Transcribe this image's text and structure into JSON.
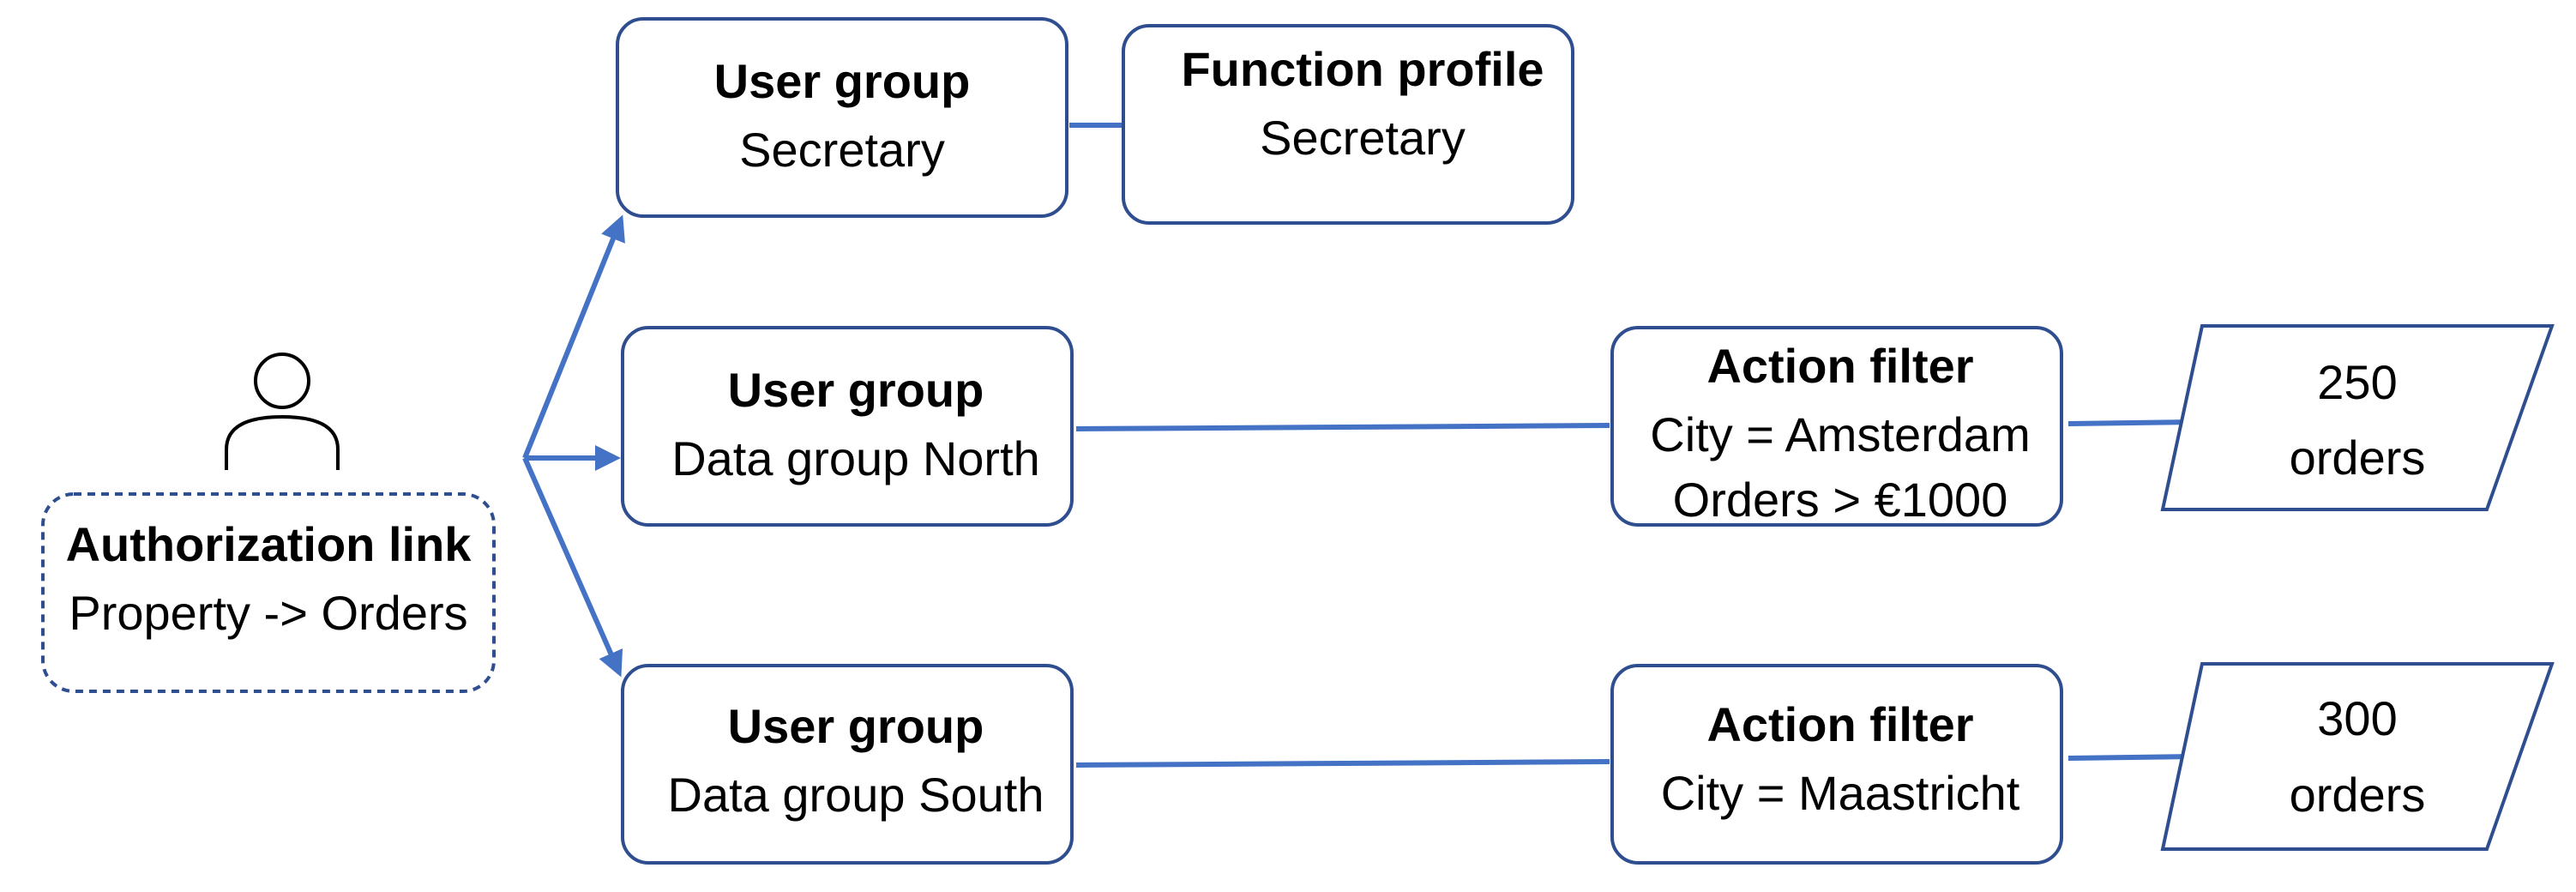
{
  "colors": {
    "box_border": "#2F4E8F",
    "connector": "#4472C4",
    "text": "#000000",
    "background": "#ffffff"
  },
  "nodes": {
    "authorization_link": {
      "title": "Authorization link",
      "line1": "Property -> Orders"
    },
    "user_group_secretary": {
      "title": "User group",
      "line1": "Secretary"
    },
    "function_profile": {
      "title": "Function profile",
      "line1": "Secretary"
    },
    "user_group_north": {
      "title": "User group",
      "line1": "Data group North"
    },
    "action_filter_north": {
      "title": "Action filter",
      "line1": "City = Amsterdam",
      "line2": "Orders > €1000"
    },
    "orders_north": {
      "line1": "250",
      "line2": "orders"
    },
    "user_group_south": {
      "title": "User group",
      "line1": "Data group South"
    },
    "action_filter_south": {
      "title": "Action filter",
      "line1": "City = Maastricht"
    },
    "orders_south": {
      "line1": "300",
      "line2": "orders"
    }
  },
  "icons": {
    "user": "person-icon"
  }
}
